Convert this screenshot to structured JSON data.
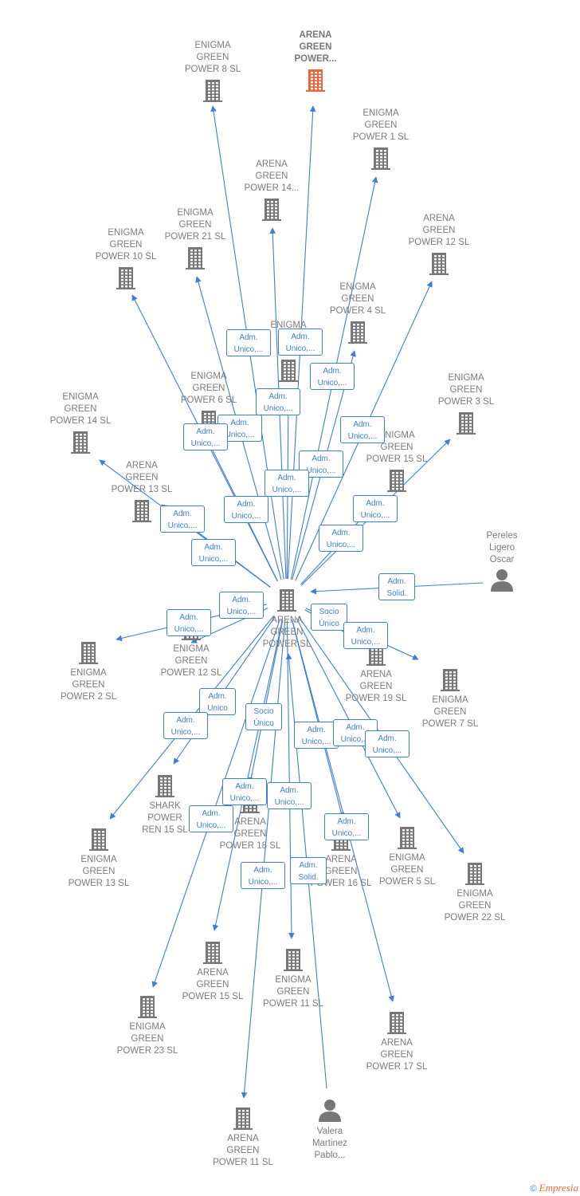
{
  "colors": {
    "edge": "#3c7fd8",
    "icon": "#777777",
    "highlight": "#f0633a"
  },
  "nodes": [
    {
      "id": "center",
      "label": [
        "ARENA",
        "GREEN",
        "POWER  SL"
      ],
      "kind": "company"
    },
    {
      "id": "n1",
      "label": [
        "ENIGMA",
        "GREEN",
        "POWER 8  SL"
      ],
      "kind": "company"
    },
    {
      "id": "n2",
      "label": [
        "ARENA",
        "GREEN",
        "POWER..."
      ],
      "kind": "company",
      "highlight": true
    },
    {
      "id": "n3",
      "label": [
        "ENIGMA",
        "GREEN",
        "POWER 1  SL"
      ],
      "kind": "company"
    },
    {
      "id": "n4",
      "label": [
        "ARENA",
        "GREEN",
        "POWER 14..."
      ],
      "kind": "company"
    },
    {
      "id": "n5",
      "label": [
        "ENIGMA",
        "GREEN",
        "POWER 21  SL"
      ],
      "kind": "company"
    },
    {
      "id": "n6",
      "label": [
        "ENIGMA",
        "GREEN",
        "POWER 10  SL"
      ],
      "kind": "company"
    },
    {
      "id": "n7",
      "label": [
        "ARENA",
        "GREEN",
        "POWER 12  SL"
      ],
      "kind": "company"
    },
    {
      "id": "n8",
      "label": [
        "ENIGMA",
        "GREEN",
        "POWER 4  SL"
      ],
      "kind": "company"
    },
    {
      "id": "n9",
      "label": [
        "ENIGMA",
        "G",
        "W"
      ],
      "kind": "company"
    },
    {
      "id": "n10",
      "label": [
        "ENIGMA",
        "GREEN",
        "POWER 6  SL"
      ],
      "kind": "company"
    },
    {
      "id": "n11",
      "label": [
        "ENIGMA",
        "GREEN",
        "POWER 14  SL"
      ],
      "kind": "company"
    },
    {
      "id": "n12",
      "label": [
        "ENIGMA",
        "GREEN",
        "POWER 3  SL"
      ],
      "kind": "company"
    },
    {
      "id": "n13",
      "label": [
        "ENIGMA",
        "GREEN",
        "POWER 15  SL"
      ],
      "kind": "company"
    },
    {
      "id": "n14",
      "label": [
        "ARENA",
        "GREEN",
        "POWER 13  SL"
      ],
      "kind": "company"
    },
    {
      "id": "n15",
      "label": [
        "Pereles",
        "Ligero",
        "Oscar"
      ],
      "kind": "person"
    },
    {
      "id": "n16",
      "label": [
        "ENIGMA",
        "GREEN",
        "POWER 2  SL"
      ],
      "kind": "company"
    },
    {
      "id": "n17",
      "label": [
        "ENIGMA",
        "GREEN",
        "POWER 12  SL"
      ],
      "kind": "company"
    },
    {
      "id": "n18",
      "label": [
        "ARENA",
        "GREEN",
        "POWER 19  SL"
      ],
      "kind": "company"
    },
    {
      "id": "n19",
      "label": [
        "ENIGMA",
        "GREEN",
        "POWER 7  SL"
      ],
      "kind": "company"
    },
    {
      "id": "n20",
      "label": [
        "SHARK",
        "POWER",
        "REN 15  SL"
      ],
      "kind": "company"
    },
    {
      "id": "n21",
      "label": [
        "ARENA",
        "GREEN",
        "POWER 18  SL"
      ],
      "kind": "company"
    },
    {
      "id": "n22",
      "label": [
        "ENIGMA",
        "GREEN",
        "POWER 13  SL"
      ],
      "kind": "company"
    },
    {
      "id": "n23",
      "label": [
        "ARENA",
        "GREEN",
        "POWER 16  SL"
      ],
      "kind": "company"
    },
    {
      "id": "n24",
      "label": [
        "ENIGMA",
        "GREEN",
        "POWER 5  SL"
      ],
      "kind": "company"
    },
    {
      "id": "n25",
      "label": [
        "ENIGMA",
        "GREEN",
        "POWER 22  SL"
      ],
      "kind": "company"
    },
    {
      "id": "n26",
      "label": [
        "ARENA",
        "GREEN",
        "POWER 15  SL"
      ],
      "kind": "company"
    },
    {
      "id": "n27",
      "label": [
        "ENIGMA",
        "GREEN",
        "POWER 11  SL"
      ],
      "kind": "company"
    },
    {
      "id": "n28",
      "label": [
        "ENIGMA",
        "GREEN",
        "POWER 23  SL"
      ],
      "kind": "company"
    },
    {
      "id": "n29",
      "label": [
        "ARENA",
        "GREEN",
        "POWER 17  SL"
      ],
      "kind": "company"
    },
    {
      "id": "n30",
      "label": [
        "ARENA",
        "GREEN",
        "POWER 11  SL"
      ],
      "kind": "company"
    },
    {
      "id": "n31",
      "label": [
        "Valera",
        "Martinez",
        "Pablo..."
      ],
      "kind": "person"
    }
  ],
  "edges": [
    {
      "from": "center",
      "to": "n1",
      "label": [
        "Adm.",
        "Unico,..."
      ]
    },
    {
      "from": "center",
      "to": "n2",
      "label": [
        "Adm.",
        "Unico,..."
      ]
    },
    {
      "from": "center",
      "to": "n3",
      "label": [
        "Adm.",
        "Unico,..."
      ]
    },
    {
      "from": "center",
      "to": "n4",
      "label": [
        "Adm.",
        "Unico,..."
      ]
    },
    {
      "from": "center",
      "to": "n5",
      "label": [
        "Adm.",
        "Unico,..."
      ]
    },
    {
      "from": "center",
      "to": "n6",
      "label": [
        "Adm.",
        "Unico,..."
      ]
    },
    {
      "from": "center",
      "to": "n7",
      "label": [
        "Adm.",
        "Unico,..."
      ]
    },
    {
      "from": "center",
      "to": "n8",
      "label": [
        "Adm.",
        "Unico,..."
      ]
    },
    {
      "from": "center",
      "to": "n9",
      "label": [
        "Adm.",
        "Unico,..."
      ]
    },
    {
      "from": "center",
      "to": "n10",
      "label": [
        "Adm.",
        "Unico,..."
      ]
    },
    {
      "from": "center",
      "to": "n11",
      "label": [
        "Adm.",
        "Unico,..."
      ]
    },
    {
      "from": "center",
      "to": "n12",
      "label": [
        "Adm.",
        "Unico,..."
      ]
    },
    {
      "from": "center",
      "to": "n13",
      "label": [
        "Adm.",
        "Unico,..."
      ]
    },
    {
      "from": "center",
      "to": "n14",
      "label": [
        "Adm.",
        "Unico,..."
      ]
    },
    {
      "from": "n15",
      "to": "center",
      "label": [
        "Adm.",
        "Solid."
      ]
    },
    {
      "from": "center",
      "to": "n16",
      "label": [
        "Adm.",
        "Unico,..."
      ]
    },
    {
      "from": "center",
      "to": "n17",
      "label": [
        "Adm.",
        "Unico,..."
      ]
    },
    {
      "from": "center",
      "to": "n18",
      "label": [
        "Socio",
        "Único"
      ]
    },
    {
      "from": "center",
      "to": "n19",
      "label": [
        "Adm.",
        "Unico,..."
      ]
    },
    {
      "from": "center",
      "to": "n20",
      "label": [
        "Adm.",
        "Unico"
      ]
    },
    {
      "from": "center",
      "to": "n21",
      "label": [
        "Socio",
        "Único"
      ]
    },
    {
      "from": "center",
      "to": "n22",
      "label": [
        "Adm.",
        "Unico,..."
      ]
    },
    {
      "from": "center",
      "to": "n23",
      "label": [
        "Adm.",
        "Unico,..."
      ]
    },
    {
      "from": "center",
      "to": "n24",
      "label": [
        "Adm.",
        "Unico,..."
      ]
    },
    {
      "from": "center",
      "to": "n25",
      "label": [
        "Adm.",
        "Unico,..."
      ]
    },
    {
      "from": "center",
      "to": "n26",
      "label": [
        "Adm.",
        "Unico,..."
      ]
    },
    {
      "from": "center",
      "to": "n27",
      "label": [
        "Adm.",
        "Unico,..."
      ]
    },
    {
      "from": "center",
      "to": "n28",
      "label": [
        "Adm.",
        "Unico,..."
      ]
    },
    {
      "from": "center",
      "to": "n29",
      "label": [
        "Adm.",
        "Unico,..."
      ]
    },
    {
      "from": "center",
      "to": "n30",
      "label": [
        "Adm.",
        "Unico,..."
      ]
    },
    {
      "from": "n31",
      "to": "center",
      "label": [
        "Adm.",
        "Solid."
      ]
    }
  ],
  "footer": {
    "copyright": "©",
    "brand": "Empresia"
  }
}
